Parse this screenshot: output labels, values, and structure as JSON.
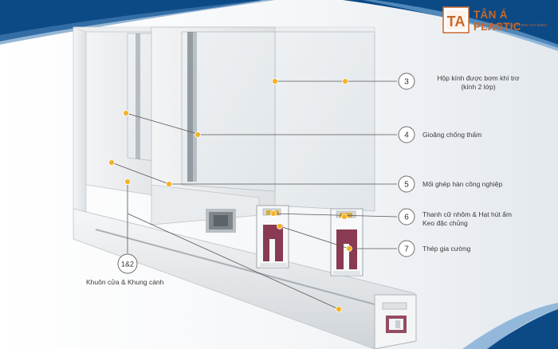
{
  "brand": {
    "name": "TÂN Á PLASTIC",
    "tagline": "GIA TRỊ TƯƠNG LAI CỦA MỌI GIA ĐÌNH",
    "logo_letters": "TA",
    "color": "#c8682a"
  },
  "callouts": [
    {
      "id": "3",
      "lines": [
        "Hộp kính được bơm khí trơ",
        "(kính 2 lớp)"
      ]
    },
    {
      "id": "4",
      "lines": [
        "Gioăng chống thấm"
      ]
    },
    {
      "id": "5",
      "lines": [
        "Mối ghép hàn công nghiệp"
      ]
    },
    {
      "id": "6",
      "lines": [
        "Thanh cữ nhôm & Hạt hút ẩm",
        "Keo đặc chủng"
      ]
    },
    {
      "id": "7",
      "lines": [
        "Thép gia cường"
      ]
    },
    {
      "id": "1&2",
      "lines": [
        "Khuôn cửa & Khung cánh"
      ]
    }
  ],
  "colors": {
    "marker": "#f5b324",
    "leader": "#555555",
    "swoosh": "#0c4a86",
    "steel": "#8a3a52"
  }
}
